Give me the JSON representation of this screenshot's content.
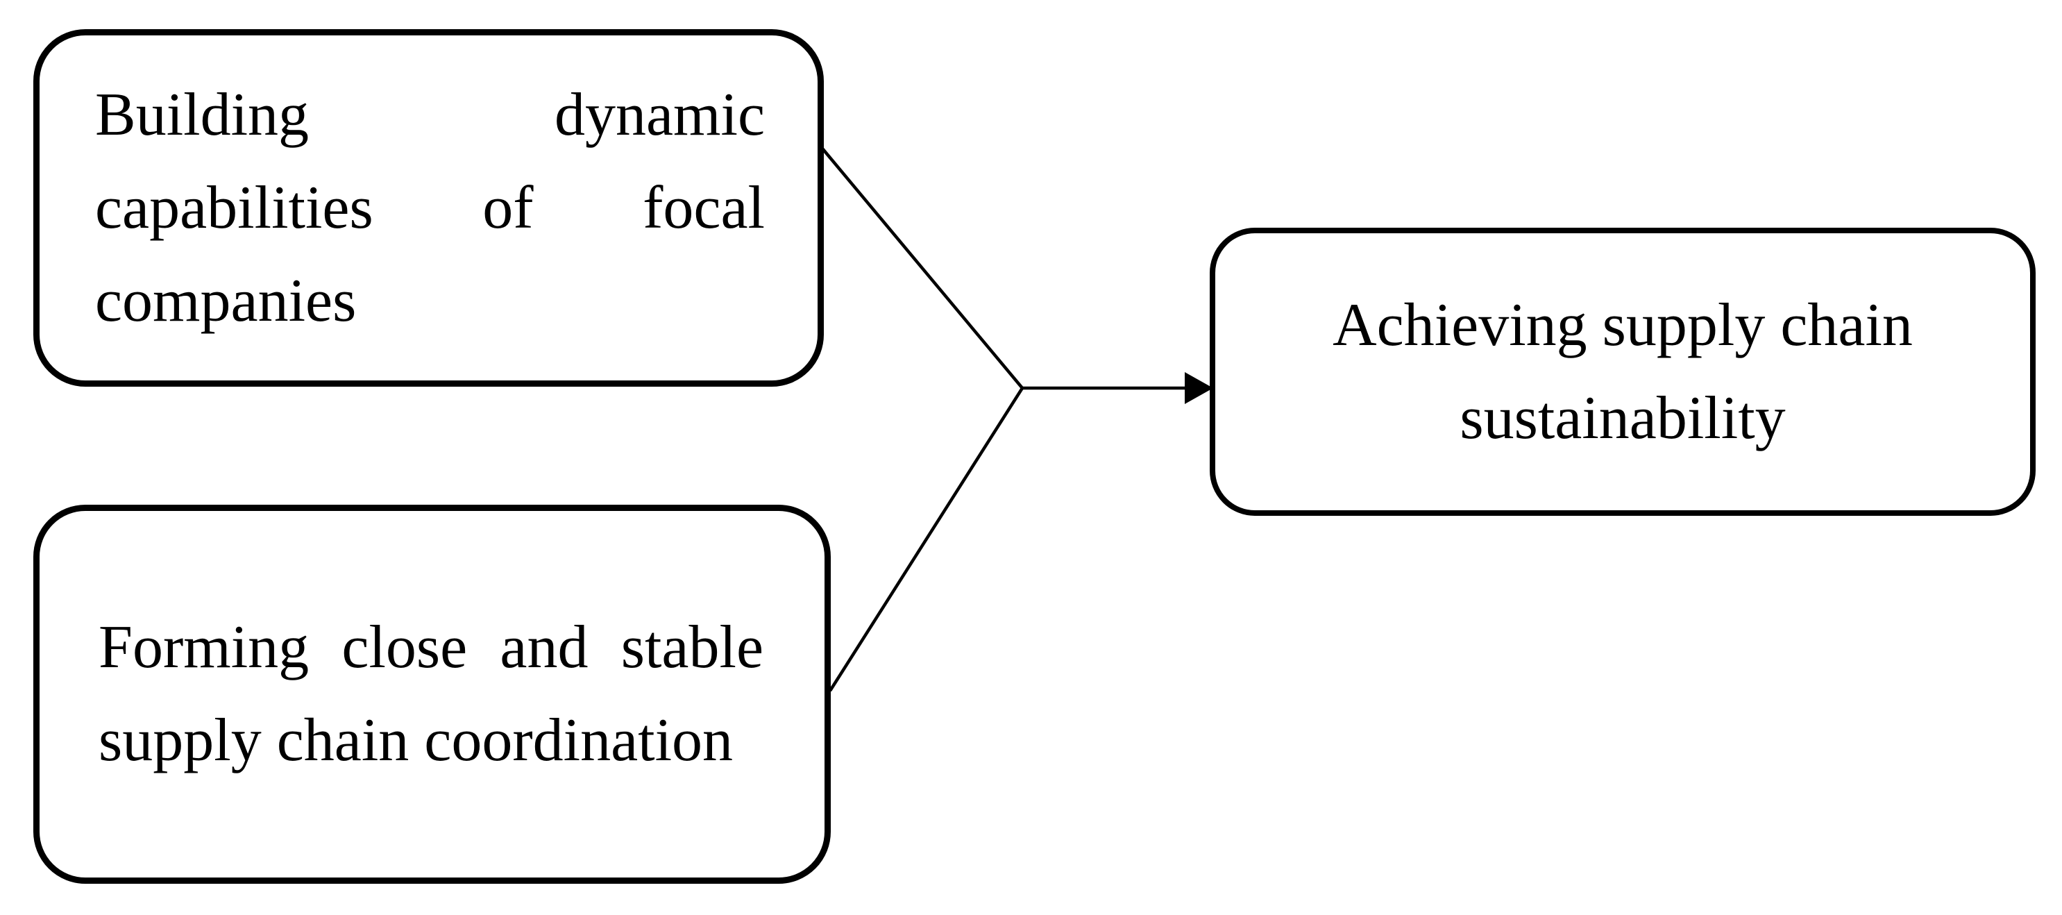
{
  "diagram": {
    "colors": {
      "background": "#ffffff",
      "stroke": "#000000",
      "text": "#000000"
    },
    "boxes": {
      "dynamic_capabilities": {
        "lines": [
          "Building dynamic",
          "capabilities of focal",
          "companies"
        ]
      },
      "supply_chain_coordination": {
        "lines": [
          "Forming close and stable",
          "supply chain coordination"
        ]
      },
      "achieving_sustainability": {
        "lines": [
          "Achieving supply chain",
          "sustainability"
        ]
      }
    }
  }
}
